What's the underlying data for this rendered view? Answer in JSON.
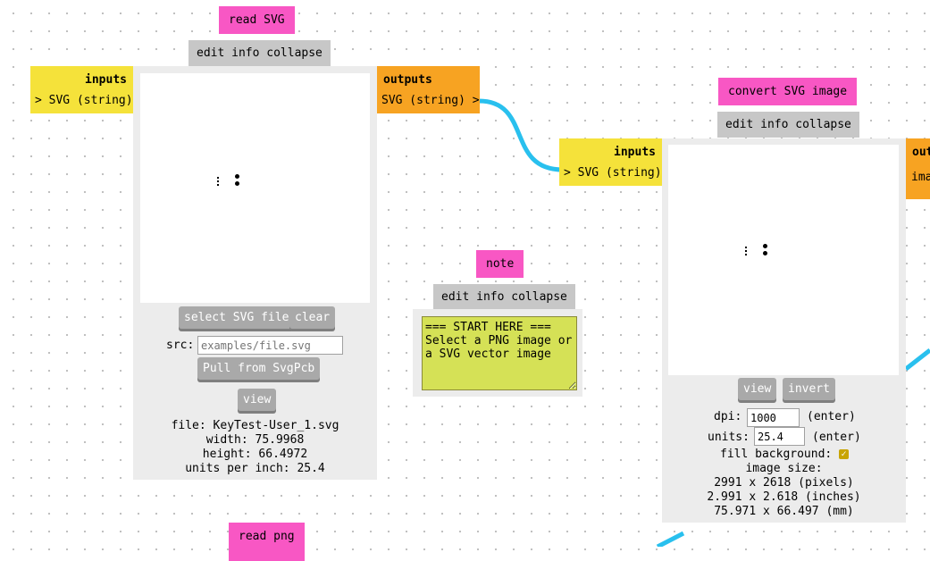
{
  "colors": {
    "title_pink": "#f857c4",
    "title_gray": "#c7c7c7",
    "inputs": "#f5e23a",
    "outputs": "#f7a322",
    "wire": "#29c0ee",
    "panel": "#ececec",
    "note_bg": "#d5e156"
  },
  "read_svg": {
    "title": "read SVG",
    "toolbar": "edit info collapse",
    "inputs_label": "inputs",
    "input_port": "> SVG (string)",
    "outputs_label": "outputs",
    "output_port": "SVG (string) >",
    "select_button": "select SVG file",
    "clear_button": "clear",
    "src_label": "src:",
    "src_placeholder": "examples/file.svg",
    "pull_button": "Pull from SvgPcb",
    "view_button": "view",
    "file_info": "file: KeyTest-User_1.svg",
    "width_info": "width: 75.9968",
    "height_info": "height: 66.4972",
    "units_info": "units per inch: 25.4"
  },
  "note": {
    "title": "note",
    "toolbar": "edit info collapse",
    "text": "=== START HERE ===\nSelect a PNG image or a SVG vector image"
  },
  "convert_svg": {
    "title": "convert SVG image",
    "toolbar": "edit info collapse",
    "inputs_label": "inputs",
    "input_port": "> SVG (string)",
    "outputs_label_partial": "out",
    "output_port_partial": "ima",
    "view_button": "view",
    "invert_button": "invert",
    "dpi_label": "dpi:",
    "dpi_value": "1000",
    "dpi_enter": "(enter)",
    "units_label": "units:",
    "units_value": "25.4",
    "units_enter": "(enter)",
    "fill_label": "fill background:",
    "fill_checked": true,
    "image_size_label": "image size:",
    "pixels": "2991 x 2618 (pixels)",
    "inches": "2.991 x 2.618 (inches)",
    "mm": "75.971 x 66.497 (mm)"
  },
  "read_png": {
    "title": "read png"
  }
}
